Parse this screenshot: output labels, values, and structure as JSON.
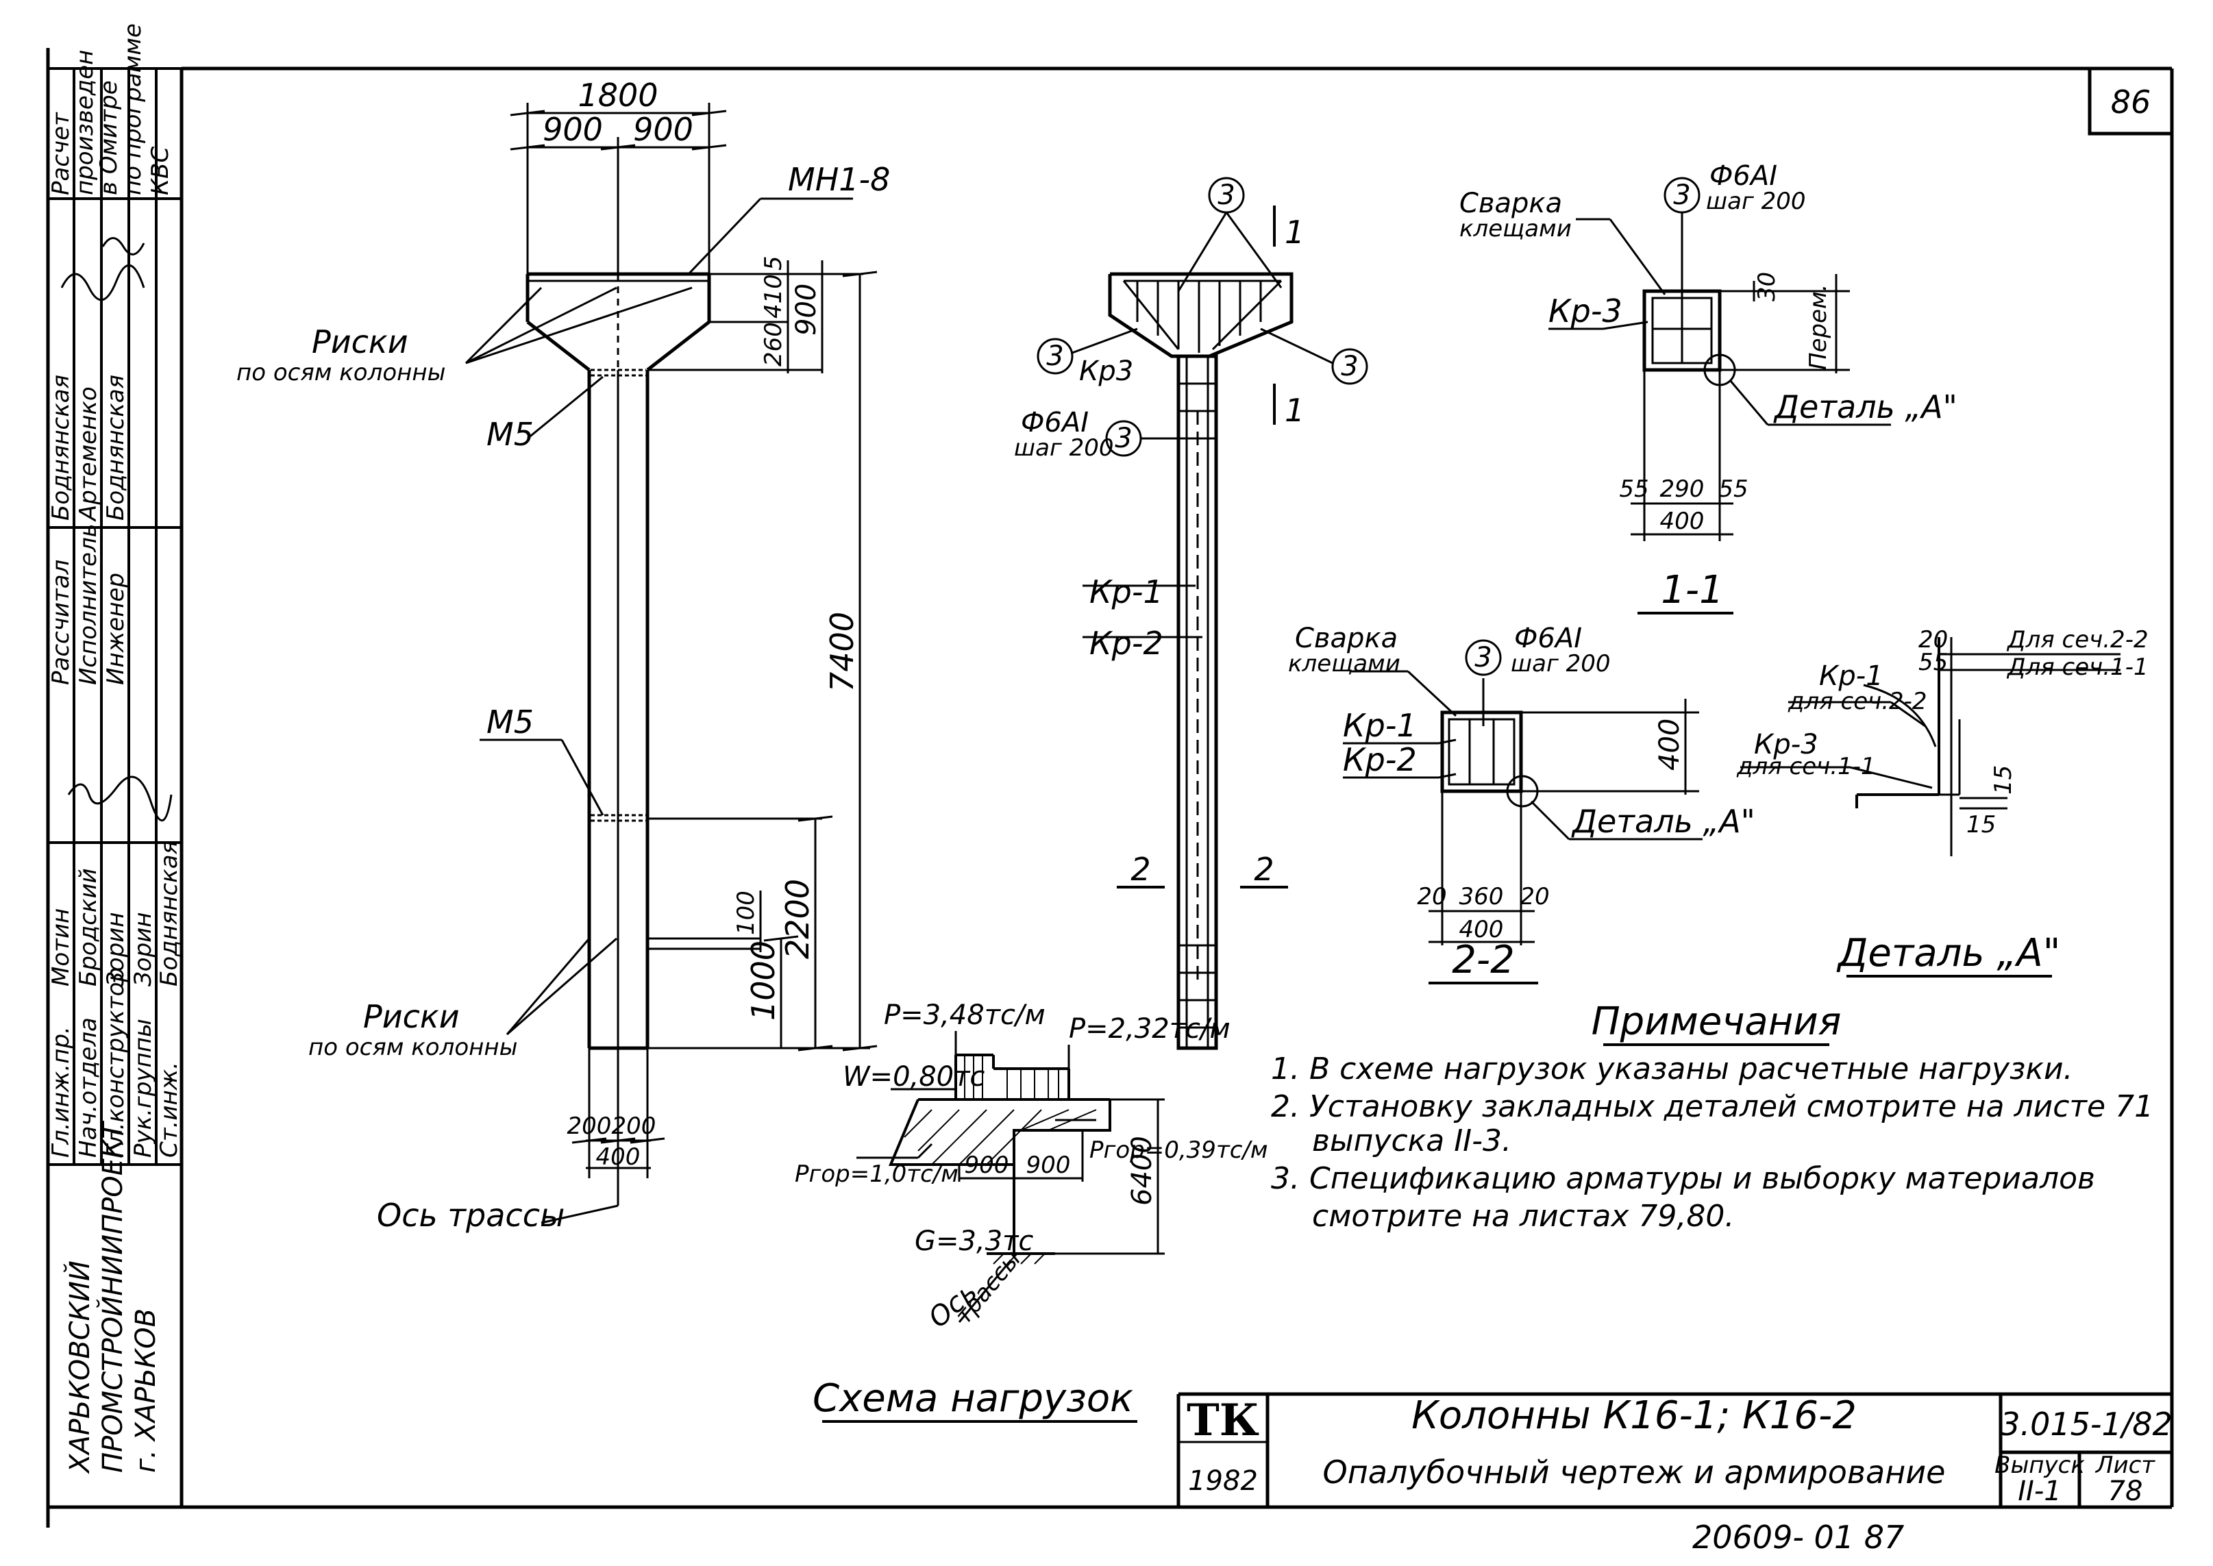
{
  "sheet": {
    "page_number": "86",
    "bottom_number": "20609- 01    87"
  },
  "stamp_left": {
    "org_line1": "ХАРЬКОВСКИЙ",
    "org_line2": "ПРОМСТРОЙНИИПРОЕКТ",
    "org_line3": "г. ХАРЬКОВ",
    "rows": [
      {
        "role": "Гл.инж.пр.",
        "name": "Мотин"
      },
      {
        "role": "Нач.отдела",
        "name": "Бродский"
      },
      {
        "role": "Гл.конструктор",
        "name": "Зорин"
      },
      {
        "role": "Рук.группы",
        "name": "Зорин"
      },
      {
        "role": "Ст.инж.",
        "name": "Боднянская"
      }
    ],
    "rows2": [
      {
        "role": "Рассчитал",
        "name": "Боднянская"
      },
      {
        "role": "Исполнитель",
        "name": "Артеменко"
      },
      {
        "role": "Инженер",
        "name": "Боднянская"
      }
    ],
    "calc_note": [
      "Расчет",
      "произведен",
      "в Омитре",
      "по программе",
      "КВС"
    ]
  },
  "column_view": {
    "dims": {
      "total_width": "1800",
      "half_left": "900",
      "half_right": "900",
      "d5": "5",
      "d410": "410",
      "d260": "260",
      "d900": "900",
      "height": "7400",
      "d100": "100",
      "d2200": "2200",
      "d1000": "1000",
      "b200a": "200",
      "b200b": "200",
      "b400": "400"
    },
    "labels": {
      "mn": "МН1-8",
      "riski1a": "Риски",
      "riski1b": "по осям колонны",
      "m5a": "М5",
      "m5b": "М5",
      "riski2a": "Риски",
      "riski2b": "по осям колонны",
      "axis": "Ось трассы"
    }
  },
  "rebar_view": {
    "labels": {
      "c1": "3",
      "c2": "3",
      "c3": "3",
      "c4": "3",
      "kr3": "Кр3",
      "phi": "Ф6АI",
      "step": "шаг 200",
      "kr1": "Кр-1",
      "kr2": "Кр-2",
      "sec1a": "1",
      "sec1b": "1",
      "sec2a": "2",
      "sec2b": "2"
    }
  },
  "section_11": {
    "title": "1-1",
    "weld": [
      "Сварка",
      "клещами"
    ],
    "circle": "3",
    "phi": "Ф6АI",
    "step": "шаг 200",
    "kr": "Кр-3",
    "d30": "30",
    "perem": "Перем.",
    "detail": "Деталь „А\"",
    "d55a": "55",
    "d290": "290",
    "d55b": "55",
    "d400": "400"
  },
  "section_22": {
    "title": "2-2",
    "weld": [
      "Сварка",
      "клещами"
    ],
    "circle": "3",
    "phi": "Ф6АI",
    "step": "шаг 200",
    "kr1": "Кр-1",
    "kr2": "Кр-2",
    "d400v": "400",
    "detail": "Деталь „А\"",
    "d20a": "20",
    "d360": "360",
    "d20b": "20",
    "d400": "400"
  },
  "detail_a": {
    "title": "Деталь „А\"",
    "d20": "20",
    "d55": "55",
    "for22": "Для сеч.2-2",
    "for11": "Для сеч.1-1",
    "kr1": "Кр-1",
    "kr1sub": "для сеч.2-2",
    "kr3": "Кр-3",
    "kr3sub": "для сеч.1-1",
    "d15a": "15",
    "d15b": "15"
  },
  "load_scheme": {
    "title": "Схема нагрузок",
    "p1": "P=3,48тс/м",
    "p2": "P=2,32тс/м",
    "w": "W=0,80тс",
    "pgor1": "Pгор=1,0тс/м",
    "pgor2": "Pгор=0,39тс/м",
    "d900a": "900",
    "d900b": "900",
    "d6400": "6400",
    "g": "G=3,3тс",
    "axis": [
      "Ось",
      "трассы"
    ]
  },
  "notes": {
    "title": "Примечания",
    "lines": [
      "1. В схеме нагрузок указаны расчетные нагрузки.",
      "2. Установку закладных деталей смотрите на листе 71",
      "выпуска II-3.",
      "3. Спецификацию арматуры и выборку материалов",
      "смотрите на листах 79,80."
    ]
  },
  "title_block": {
    "logo": "ТК",
    "year": "1982",
    "title1": "Колонны К16-1; К16-2",
    "title2": "Опалубочный чертеж и армирование",
    "code": "3.015-1/82",
    "issue_label": "Выпуск",
    "issue": "II-1",
    "sheet_label": "Лист",
    "sheet": "78"
  }
}
